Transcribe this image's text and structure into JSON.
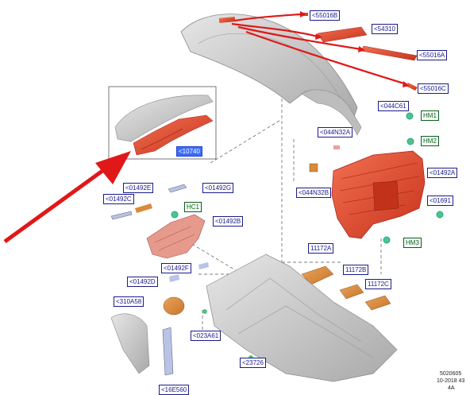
{
  "callouts": {
    "c55016B": "<55016B",
    "c54310": "<54310",
    "c55016A": "<55016A",
    "c55016C": "<55016C",
    "c044C61": "<044C61",
    "hm1": "HM1",
    "hm2": "HM2",
    "c044N32A": "<044N32A",
    "c01492A": "<01492A",
    "c044N32B": "<044N32B",
    "c01691": "<01691",
    "hm3": "HM3",
    "c10740": "<10740",
    "c01492E": "<01492E",
    "c01492G": "<01492G",
    "c01492C": "<01492C",
    "hc1": "HC1",
    "c01492B": "<01492B",
    "c11172A": "11172A",
    "c11172B": "11172B",
    "c11172C": "11172C",
    "c01492F": "<01492F",
    "c01492D": "<01492D",
    "c310A58": "<310A58",
    "c023A61": "<023A61",
    "c16E560": "<16E560",
    "c23726": "<23726"
  },
  "footer": {
    "line1": "5020605",
    "line2": "10-2018 43",
    "line3": "4A"
  },
  "colors": {
    "part_red": "#e8472a",
    "part_gray": "#cfcfcf",
    "callout_blue": "#1a1a8c",
    "arrow_red": "#e01818",
    "pad_orange": "#d98a3a"
  }
}
